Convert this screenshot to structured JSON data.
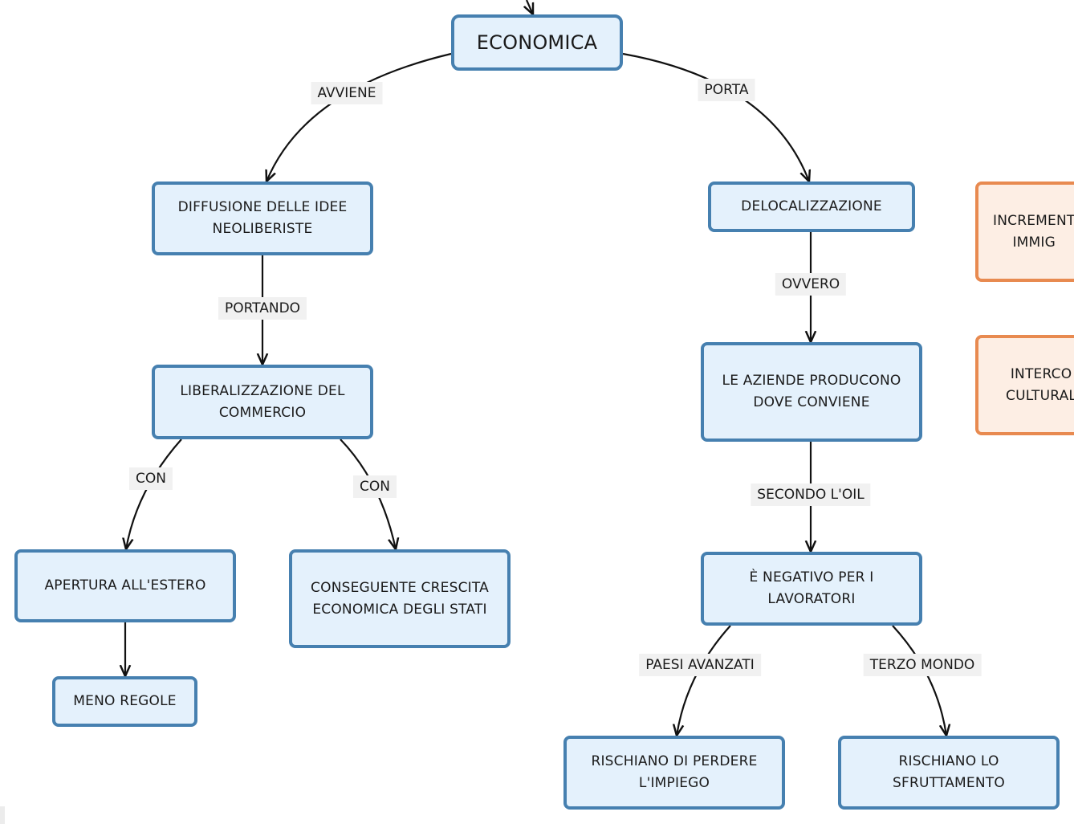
{
  "nodes": {
    "economica": "ECONOMICA",
    "diffusione": "DIFFUSIONE DELLE IDEE\nNEOLIBERISTE",
    "liberalizzazione": "LIBERALIZZAZIONE DEL\nCOMMERCIO",
    "apertura": "APERTURA ALL'ESTERO",
    "meno_regole": "MENO REGOLE",
    "crescita": "CONSEGUENTE CRESCITA\nECONOMICA DEGLI STATI",
    "delocalizzazione": "DELOCALIZZAZIONE",
    "aziende": "LE AZIENDE PRODUCONO\nDOVE CONVIENE",
    "negativo": "È NEGATIVO PER I\nLAVORATORI",
    "perdere": "RISCHIANO DI PERDERE\nL'IMPIEGO",
    "sfruttamento": "RISCHIANO LO\nSFRUTTAMENTO",
    "incremento_partial": "INCREMENT\n   IMMIG",
    "interco_partial": "INTERCO\nCULTURAL"
  },
  "links": {
    "avviene": "AVVIENE",
    "porta": "PORTA",
    "portando": "PORTANDO",
    "con_left": "CON",
    "con_right": "CON",
    "ovvero": "OVVERO",
    "secondo_oil": "SECONDO L'OIL",
    "paesi_avanzati": "PAESI AVANZATI",
    "terzo_mondo": "TERZO MONDO"
  },
  "colors": {
    "node_fill": "#e4f1fc",
    "node_border": "#4680b0",
    "side_node_fill": "#fdeee4",
    "side_node_border": "#e88a50",
    "label_bg": "#f1f1f1",
    "connector": "#111111"
  }
}
